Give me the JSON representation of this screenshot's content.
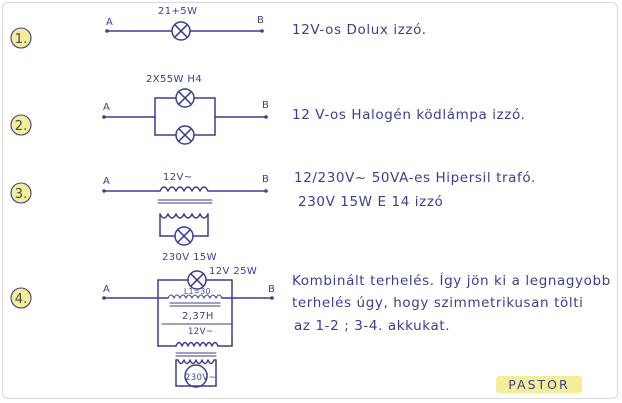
{
  "rows": [
    {
      "number": "1.",
      "node_a": "A",
      "node_b": "B",
      "label": "21+5W",
      "note": [
        "12V-os Dolux izzó."
      ]
    },
    {
      "number": "2.",
      "node_a": "A",
      "node_b": "B",
      "label": "2X55W H4",
      "note": [
        "12 V-os Halogén ködlámpa izzó."
      ]
    },
    {
      "number": "3.",
      "node_a": "A",
      "node_b": "B",
      "label": "12V~",
      "bulb_label": "230V 15W",
      "note": [
        "12/230V~ 50VA-es Hipersil trafó.",
        "230V 15W E 14 izzó"
      ]
    },
    {
      "number": "4.",
      "node_a": "A",
      "node_b": "B",
      "label": "12V 25W",
      "coil_top_label": "L1=30",
      "inductance": "2,37H",
      "transformer_label": "12V~",
      "bulb_label": "230V~",
      "note": [
        "Kombinált terhelés. Így jön ki a legnagyobb",
        "terhelés úgy, hogy szimmetrikusan tölti",
        "az 1-2 ;   3-4. akkukat."
      ]
    }
  ],
  "signature": "PASTOR",
  "colors": {
    "ink": "#3b3f8f",
    "number_highlight": "#f4ee9a",
    "signature_highlight": "#f4ee9a"
  }
}
